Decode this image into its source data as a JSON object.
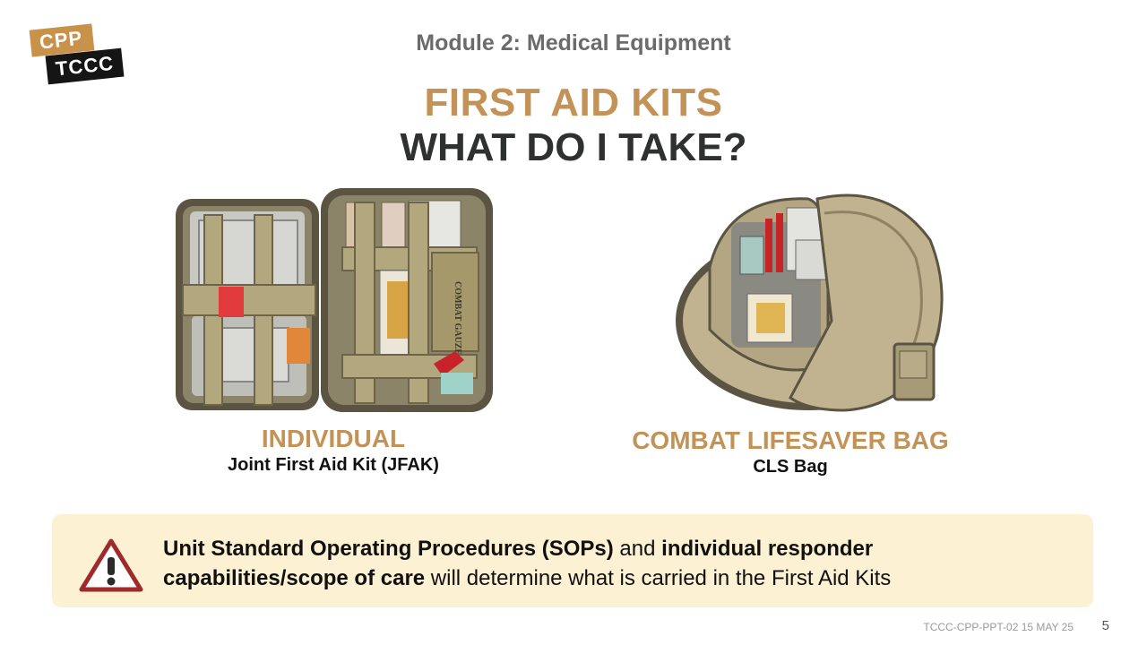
{
  "logo": {
    "line1": "CPP",
    "line2": "TCCC"
  },
  "module": "Module 2: Medical Equipment",
  "title": {
    "line1": "FIRST AID KITS",
    "line2": "WHAT DO I TAKE?"
  },
  "kits": [
    {
      "main": "INDIVIDUAL",
      "sub": "Joint First Aid Kit (JFAK)",
      "image_text": "COMBAT GAUZE"
    },
    {
      "main": "COMBAT LIFESAVER BAG",
      "sub": "CLS Bag"
    }
  ],
  "note": {
    "part1": "Unit Standard Operating Procedures (",
    "part2": "SOPs)",
    "part3": " and ",
    "part4": "individual responder capabilities/scope of care",
    "part5": " will determine what is carried in the First Aid Kits"
  },
  "footer": {
    "code": "TCCC-CPP-PPT-02  15 MAY 25",
    "page": "5"
  },
  "colors": {
    "accent": "#c39257",
    "dark": "#2f3131",
    "note_bg": "#fcf1d2",
    "warning": "#9e2a2b"
  }
}
